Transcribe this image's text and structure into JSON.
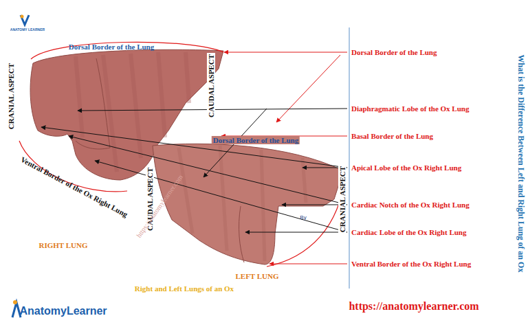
{
  "diagram": {
    "title": "What is the Difference Between Left and Right Lung of an Ox",
    "caption": "Right and Left Lungs of an Ox",
    "labels": [
      "ANATOMY LEARNER",
      "Dorsal Border of the Lung",
      "CRANIAL ASPECT",
      "CAUDAL ASPECT",
      "Dorsal Border of the Lung",
      "Ventral Border of the Ox Right Lung",
      "CAUDAL ASPECT",
      "CRANIAL ASPECT",
      "RIGHT LUNG",
      "LEFT LUNG",
      "Dorsal Border of the Lung",
      "Diaphragmatic Lobe of the Ox Lung",
      "Basal Border of the Lung",
      "Apical Lobe of the Ox Right Lung",
      "Cardiac Notch of the Ox Right Lung",
      "Cardiac Lobe of the Ox Right Lung",
      "Ventral Border of the Ox Right Lung",
      "https://anatomylearner.com",
      "AnatomyLearner",
      "https://anatomylearner.com",
      "By"
    ]
  }
}
